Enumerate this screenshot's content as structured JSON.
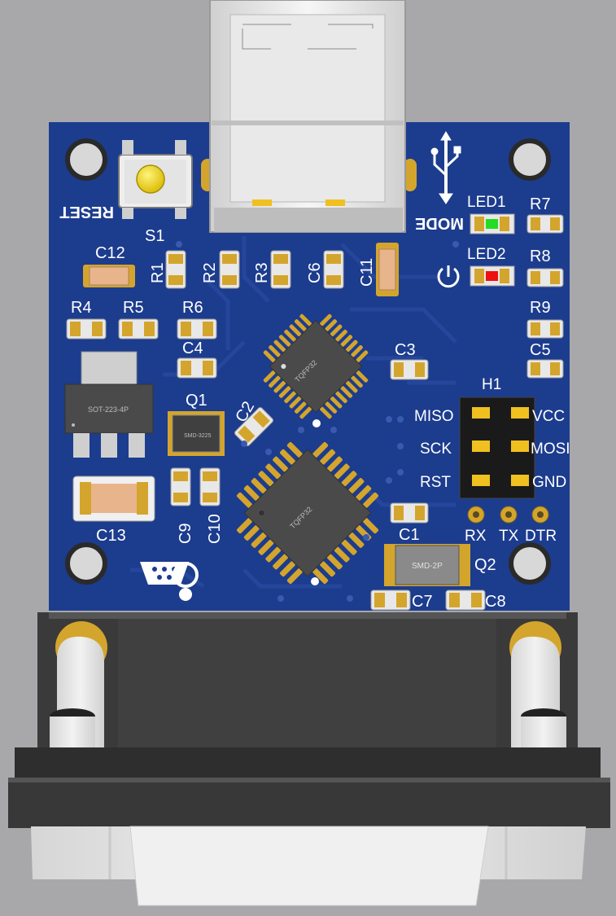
{
  "colors": {
    "background": "#a8a8ab",
    "pcb": "#1c3c8e",
    "pcb_trace": "#27489c",
    "silkscreen": "#ffffff",
    "gold": "#d4a52c",
    "led1": "#22dd22",
    "led2": "#ee1111",
    "button_cap": "#f2d800",
    "chip": "#4a4a4a",
    "cap_body": "#e8b48c"
  },
  "labels": {
    "reset": "RESET",
    "mode": "MODE",
    "s1": "S1",
    "led1": "LED1",
    "led2": "LED2",
    "r1": "R1",
    "r2": "R2",
    "r3": "R3",
    "r4": "R4",
    "r5": "R5",
    "r6": "R6",
    "r7": "R7",
    "r8": "R8",
    "r9": "R9",
    "c1": "C1",
    "c2": "C2",
    "c3": "C3",
    "c4": "C4",
    "c5": "C5",
    "c6": "C6",
    "c7": "C7",
    "c8": "C8",
    "c9": "C9",
    "c10": "C10",
    "c11": "C11",
    "c12": "C12",
    "c13": "C13",
    "q1": "Q1",
    "q2": "Q2",
    "h1": "H1",
    "miso": "MISO",
    "sck": "SCK",
    "rst": "RST",
    "vcc": "VCC",
    "mosi": "MOSI",
    "gnd": "GND",
    "rx": "RX",
    "tx": "TX",
    "dtr": "DTR"
  },
  "chip_labels": {
    "tqfp_upper": "TQFP32",
    "tqfp_lower": "TQFP32",
    "regulator": "SOT-223-4P",
    "q1_body": "SMD-3225",
    "q2_body": "SMD-2P"
  },
  "icons": [
    "usb-symbol-icon",
    "power-symbol-icon",
    "serial-port-symbol-icon"
  ]
}
